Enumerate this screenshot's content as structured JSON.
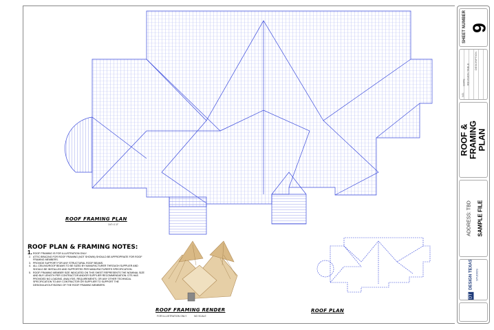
{
  "main_plan": {
    "label": "ROOF FRAMING PLAN",
    "scale": "1/4\"=1'-0\"",
    "line_color": "#3b4bdc"
  },
  "notes": {
    "heading": "ROOF PLAN & FRAMING NOTES:",
    "items": [
      "ROOF FRAMING IS FOR ILLUSTRATION ONLY.",
      "ATTIC BRACING FOR ROOF FRAMING (NOT SHOWN) SHOULD BE APPROPRIATE FOR ROOF FRAMING MEMBERS.",
      "PROVIDE SUPPORT FOR ANY STRUCTURAL ROOF BEAMS.",
      "ALL CEILING/ROOF BEAMS TO BE SIZED BY MANUFACTURER THROUGH SUPPLIER AND SHOULD BE INSTALLED AND SUPPORTED PER MANUFACTURER'S SPECIFICATION.",
      "ROOF FRAMING MEMBER SIZE INDICATED ON THIS SHEET REPRESENTS THE NOMINAL SIZE AND BUY LENGTH PER CONTRACTOR AND/OR SUPPLIER RECOMMENDATION. DTS HAS PROVIDED NO LOADING, ANALYSIS, REQUIREMENTS, OR ANY OTHER TECHNICAL SPECIFICATION TO ANY CONTRACTOR OR SUPPLIER TO SUPPORT THE DESIGN/LAYOUT/SIZING OF THE ROOF FRAMING MEMBERS."
    ]
  },
  "render": {
    "label": "ROOF FRAMING RENDER",
    "note_left": "FOR ILLUSTRATION ONLY",
    "note_right": "NO SCALE",
    "color": "#c8a676"
  },
  "roof_plan": {
    "label": "ROOF PLAN"
  },
  "title_block": {
    "sheet_number_label": "SHEET NUMBER",
    "sheet_number": "9",
    "revision_label": "REVISION TABLE",
    "revision_cols": [
      "NO.",
      "DATE",
      "DESCRIPTION"
    ],
    "sheet_title": "ROOF & FRAMING PLAN",
    "address": "ADDRESS: TBD",
    "project": "SAMPLE FILE",
    "company": "DESIGN TEXAS",
    "company_sub": "STUDIOS",
    "company_abbr": "DT",
    "brand_color": "#1f3b7a"
  }
}
